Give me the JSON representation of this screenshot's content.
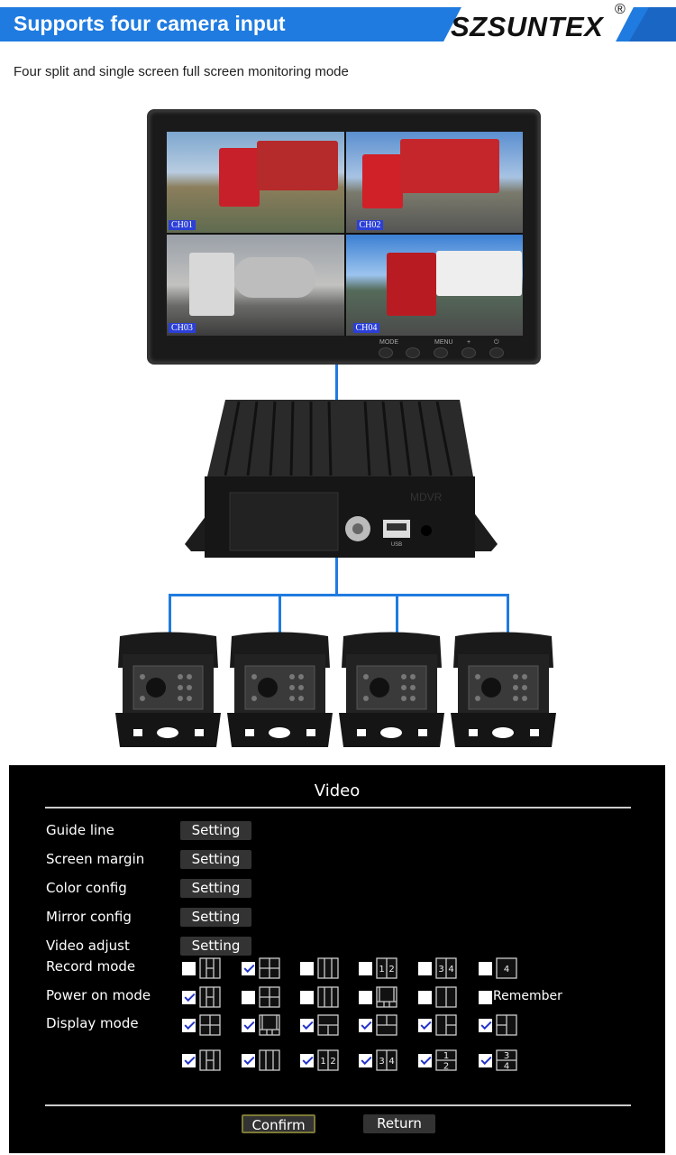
{
  "header": {
    "title": "Supports four camera input",
    "brand": "SZSUNTEX",
    "brand_mark": "®",
    "accent": "#1f7be0"
  },
  "subtitle": "Four split and single screen full screen monitoring mode",
  "monitor": {
    "channels": [
      "CH01",
      "CH02",
      "CH03",
      "CH04"
    ],
    "buttons": [
      "MODE",
      "",
      "MENU",
      "+",
      "⏻"
    ]
  },
  "dvr": {
    "label": "MDVR",
    "port": "USB"
  },
  "menu": {
    "title": "Video",
    "setting_rows": [
      {
        "label": "Guide line",
        "button": "Setting"
      },
      {
        "label": "Screen margin",
        "button": "Setting"
      },
      {
        "label": "Color config",
        "button": "Setting"
      },
      {
        "label": "Mirror config",
        "button": "Setting"
      },
      {
        "label": "Video adjust",
        "button": "Setting"
      }
    ],
    "mode_rows": [
      {
        "label": "Record mode",
        "items": [
          {
            "checked": false,
            "icon": "h-layout"
          },
          {
            "checked": true,
            "icon": "quad-layout"
          },
          {
            "checked": false,
            "icon": "tri-col-layout"
          },
          {
            "checked": false,
            "icon": "num-layout",
            "text": [
              "1",
              "2"
            ]
          },
          {
            "checked": false,
            "icon": "num-layout",
            "text": [
              "3",
              "4"
            ]
          },
          {
            "checked": false,
            "icon": "single-layout",
            "text": [
              "4"
            ]
          }
        ]
      },
      {
        "label": "Power on mode",
        "items": [
          {
            "checked": true,
            "icon": "h-layout"
          },
          {
            "checked": false,
            "icon": "quad-layout"
          },
          {
            "checked": false,
            "icon": "tri-col-layout"
          },
          {
            "checked": false,
            "icon": "big-top-three-layout"
          },
          {
            "checked": false,
            "icon": "two-col-layout"
          },
          {
            "checked": false,
            "icon": "none",
            "text": [
              "Remember"
            ]
          }
        ]
      },
      {
        "label": "Display mode",
        "items": [
          {
            "checked": true,
            "icon": "quad-layout"
          },
          {
            "checked": true,
            "icon": "big-top-three-layout"
          },
          {
            "checked": true,
            "icon": "top-bottom-split-bottom-layout"
          },
          {
            "checked": true,
            "icon": "top-split-layout"
          },
          {
            "checked": true,
            "icon": "left-right-split-right-layout"
          },
          {
            "checked": true,
            "icon": "left-split-layout"
          }
        ]
      },
      {
        "label": "",
        "items": [
          {
            "checked": true,
            "icon": "h-layout"
          },
          {
            "checked": true,
            "icon": "tri-col-layout"
          },
          {
            "checked": true,
            "icon": "num-layout",
            "text": [
              "1",
              "2"
            ]
          },
          {
            "checked": true,
            "icon": "num-layout",
            "text": [
              "3",
              "4"
            ]
          },
          {
            "checked": true,
            "icon": "frac-layout",
            "text": [
              "1",
              "2"
            ]
          },
          {
            "checked": true,
            "icon": "frac-layout",
            "text": [
              "3",
              "4"
            ]
          }
        ]
      }
    ],
    "confirm": "Confirm",
    "return": "Return"
  }
}
